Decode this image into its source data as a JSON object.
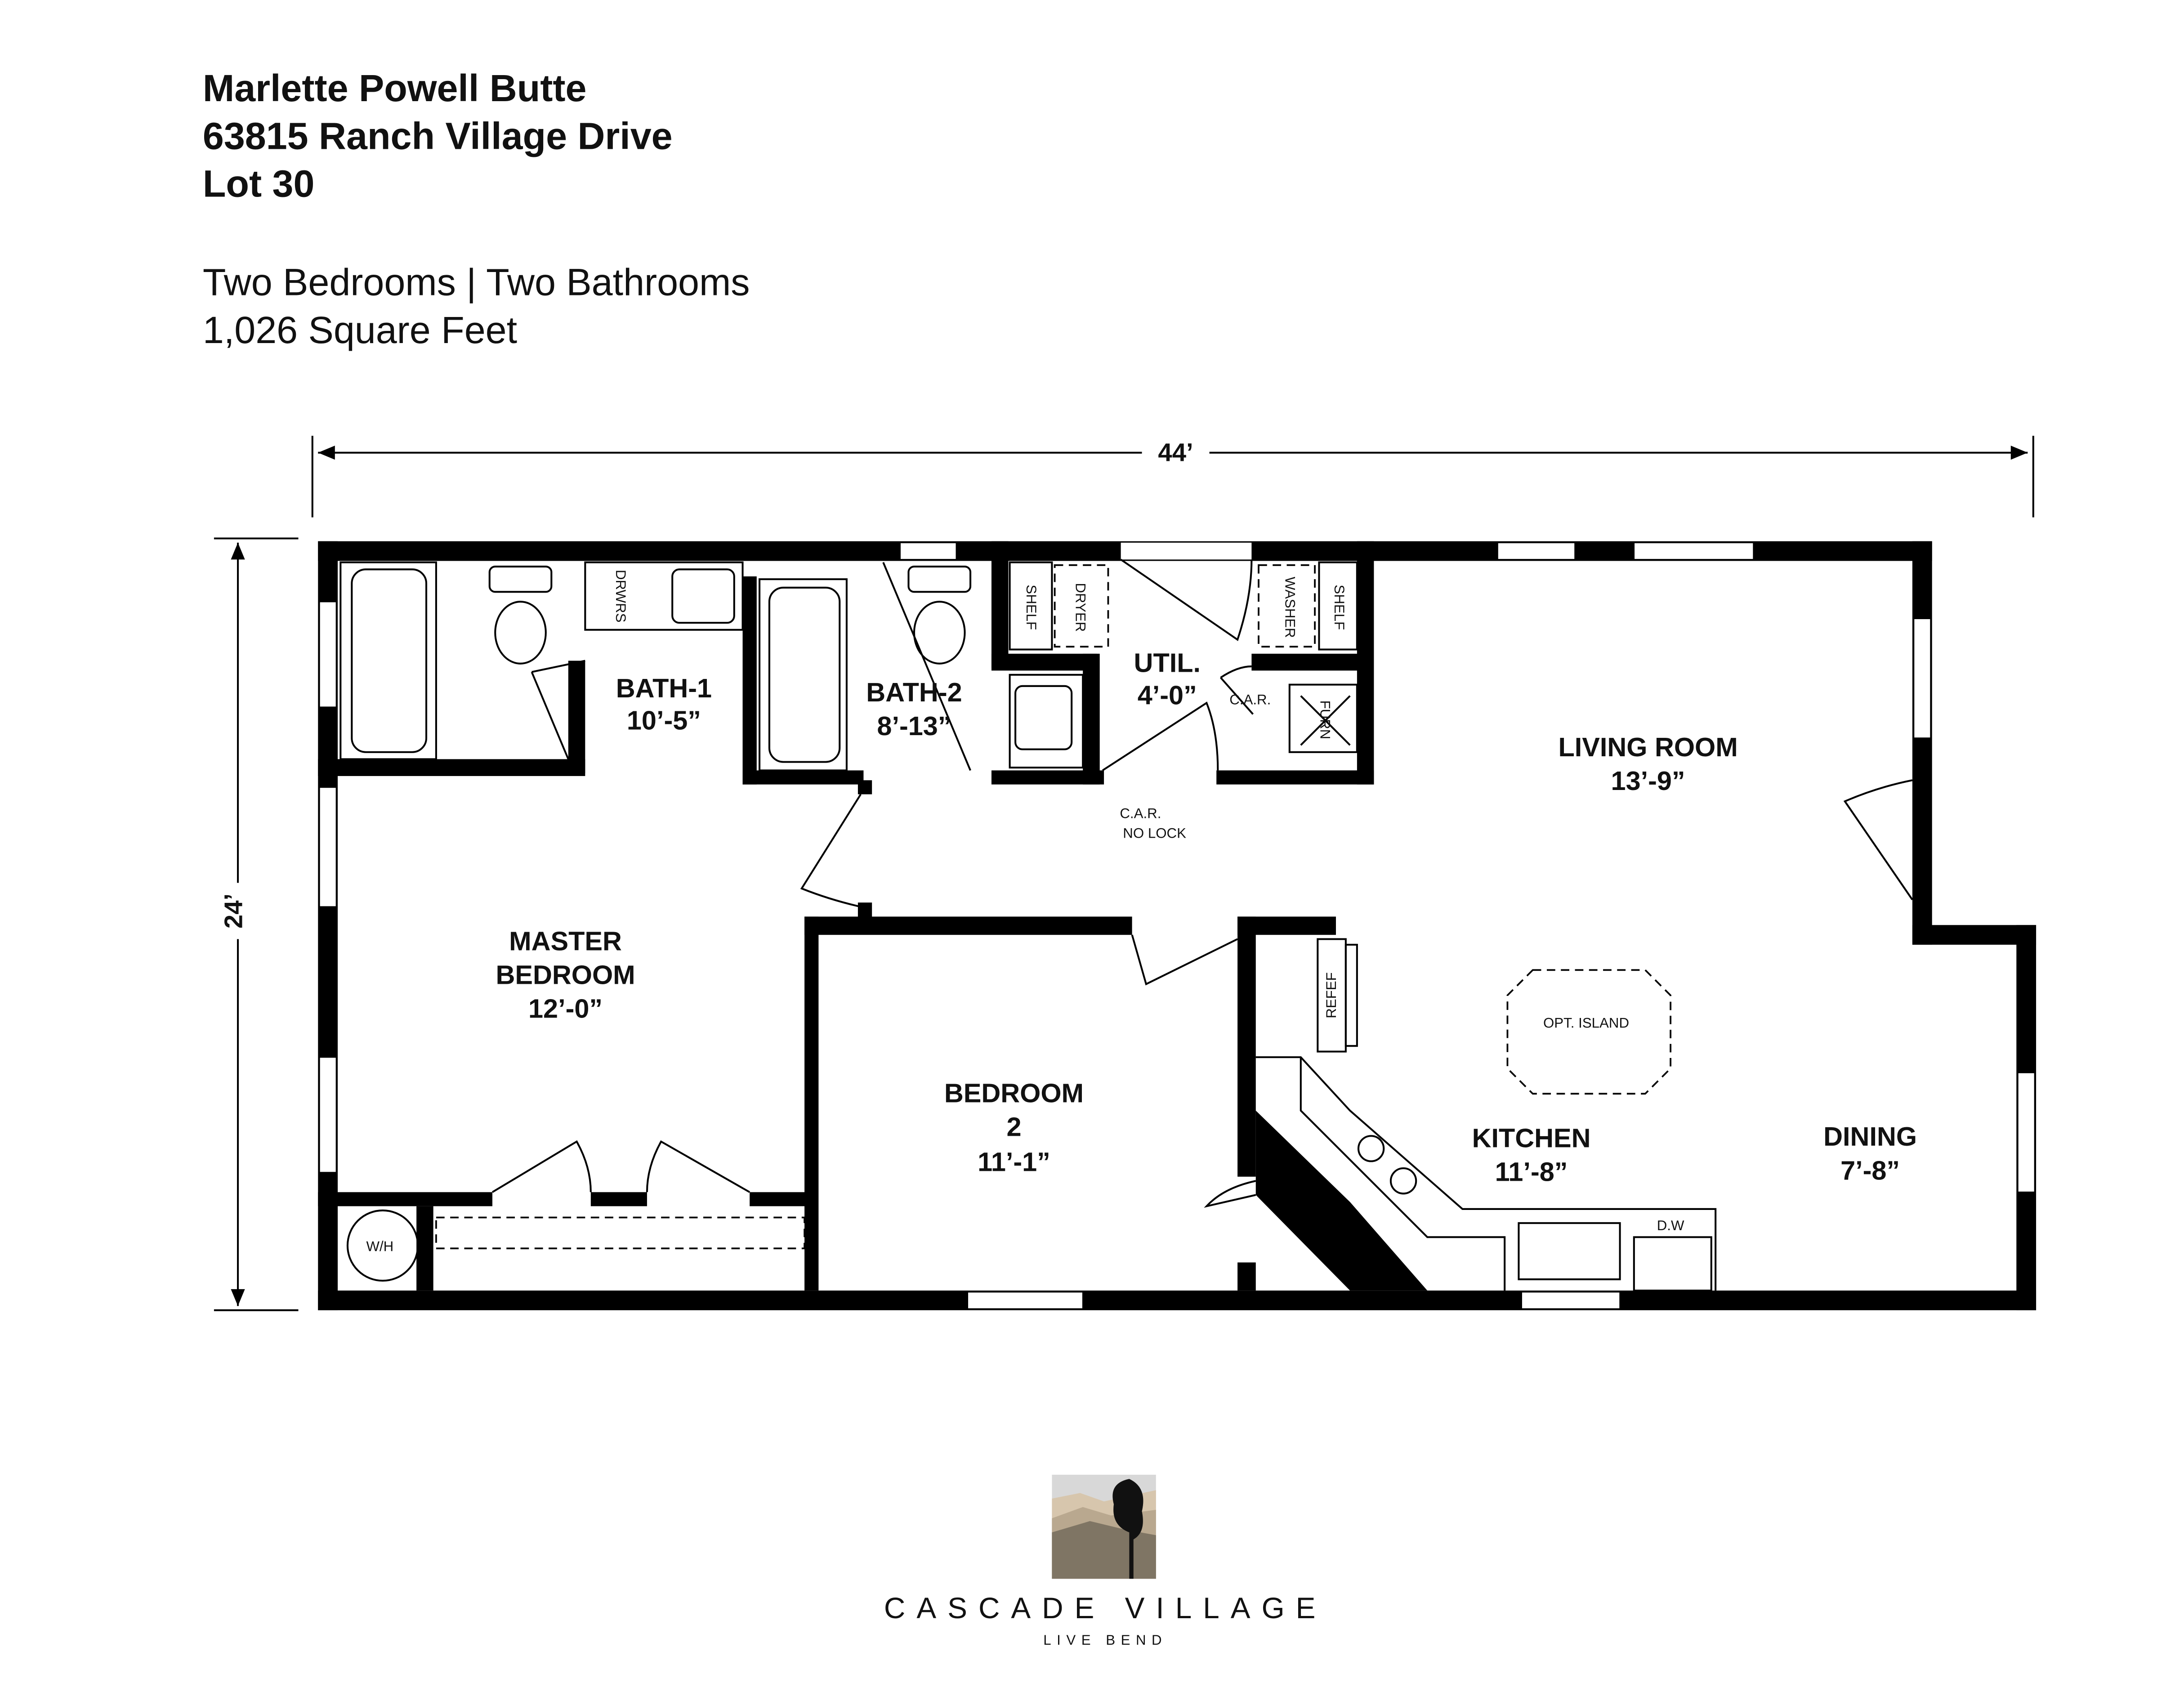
{
  "header": {
    "model": "Marlette Powell Butte",
    "address": "63815 Ranch Village Drive",
    "lot": "Lot 30",
    "beds_baths": "Two Bedrooms | Two Bathrooms",
    "area": "1,026 Square Feet"
  },
  "dimensions": {
    "width": "44’",
    "depth": "24’"
  },
  "rooms": {
    "bath1": {
      "name": "BATH-1",
      "size": "10’-5”"
    },
    "bath2": {
      "name": "BATH-2",
      "size": "8’-13”"
    },
    "util": {
      "name": "UTIL.",
      "size": "4’-0”"
    },
    "living": {
      "name": "LIVING ROOM",
      "size": "13’-9”"
    },
    "master": {
      "name1": "MASTER",
      "name2": "BEDROOM",
      "size": "12’-0”"
    },
    "bedroom2": {
      "name1": "BEDROOM",
      "name2": "2",
      "size": "11’-1”"
    },
    "kitchen": {
      "name": "KITCHEN",
      "size": "11’-8”"
    },
    "dining": {
      "name": "DINING",
      "size": "7’-8”"
    }
  },
  "fixtures": {
    "drawers": "DRWRS",
    "shelf": "SHELF",
    "dryer": "DRYER",
    "washer": "WASHER",
    "furnace": "FURN",
    "car": "C.A.R.",
    "car_no_lock_1": "C.A.R.",
    "car_no_lock_2": "NO LOCK",
    "refrigerator": "REFEF",
    "island": "OPT. ISLAND",
    "dishwasher": "D.W",
    "water_heater": "W/H"
  },
  "logo": {
    "name": "CASCADE VILLAGE",
    "tagline": "LIVE BEND"
  }
}
